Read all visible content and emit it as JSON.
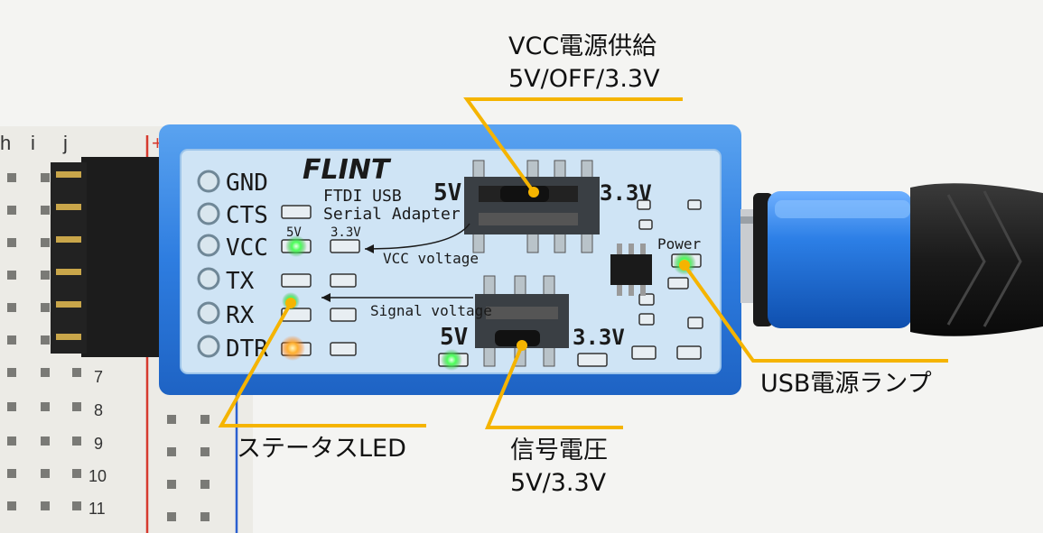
{
  "breadboard": {
    "column_letters": [
      "h",
      "i",
      "j"
    ],
    "row_numbers": [
      "7",
      "8",
      "9",
      "10",
      "11"
    ],
    "rail_marker": "+"
  },
  "pcb": {
    "brand": "FLINT",
    "product": [
      "FTDI USB",
      "Serial Adapter"
    ],
    "pins": [
      "GND",
      "CTS",
      "VCC",
      "TX",
      "RX",
      "DTR"
    ],
    "vcc_switch": {
      "left": "5V",
      "right": "3.3V"
    },
    "vcc_voltage_label": "VCC voltage",
    "led_labels": {
      "five_v": "5V",
      "three_v": "3.3V"
    },
    "signal_voltage_label": "Signal voltage",
    "signal_switch": {
      "left": "5V",
      "right": "3.3V"
    },
    "power_label": "Power"
  },
  "callouts": {
    "vcc_supply": {
      "line1": "VCC電源供給",
      "line2": "5V/OFF/3.3V"
    },
    "usb_lamp": "USB電源ランプ",
    "status_led": "ステータスLED",
    "signal_voltage": {
      "line1": "信号電圧",
      "line2": "5V/3.3V"
    }
  },
  "colors": {
    "case_blue": "#2f7fe0",
    "pcb_light": "#cfe4f5",
    "callout_line": "#f5b400",
    "cable_blue": "#1f6fd6",
    "led_green": "#37ff4a",
    "led_orange": "#ff9a2a"
  }
}
